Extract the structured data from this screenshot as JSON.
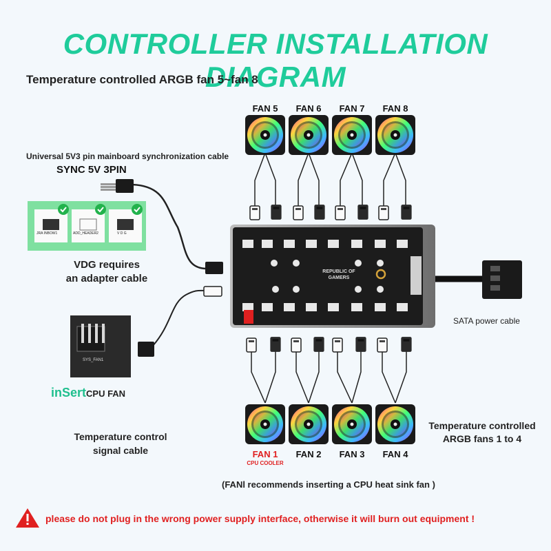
{
  "title": "CONTROLLER INSTALLATION DIAGRAM",
  "subtitle": "Temperature controlled ARGB fan 5~fan 8",
  "top_fans": [
    "FAN 5",
    "FAN 6",
    "FAN 7",
    "FAN 8"
  ],
  "bottom_fans": [
    "FAN 1",
    "FAN 2",
    "FAN 3",
    "FAN 4"
  ],
  "fan1_note": "CPU COOLER",
  "sync_cable_desc": "Universal 5V3 pin mainboard synchronization cable",
  "sync_cable_name": "SYNC 5V 3PIN",
  "header_labels": [
    "JRA INBOW1",
    "ADD_HEADER2",
    "V D G"
  ],
  "vdg_note_1": "VDG requires",
  "vdg_note_2": "an adapter cable",
  "board_logo_1": "REPUBLIC OF",
  "board_logo_2": "GAMERS",
  "sata_label": "SATA power cable",
  "mb_header_label": "SYS_FAN1",
  "insert_word": "inSert",
  "insert_rest": "CPU FAN",
  "temp_signal_1": "Temperature control",
  "temp_signal_2": "signal cable",
  "argb_14_1": "Temperature controlled",
  "argb_14_2": "ARGB fans 1 to 4",
  "fan1_recommend": "(FANl recommends inserting a CPU heat sink fan )",
  "warning_icon": "warning-triangle-icon",
  "warning": "please do not plug in the wrong power supply interface, otherwise it will burn out equipment !",
  "colors": {
    "title": "#1fcc9b",
    "warning": "#e02020",
    "board": "#1c1c1c"
  }
}
